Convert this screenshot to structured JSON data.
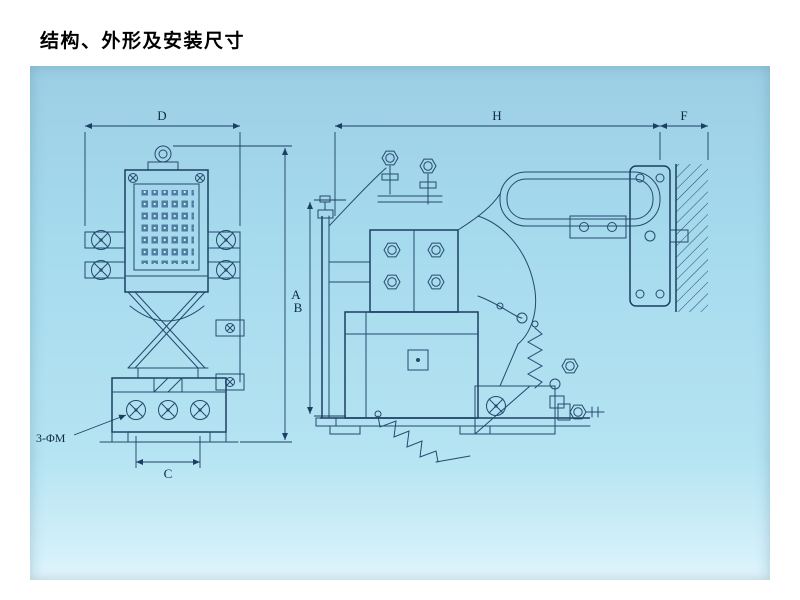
{
  "page": {
    "title": "结构、外形及安装尺寸"
  },
  "drawing": {
    "labels": {
      "dim_d": "D",
      "dim_a": "A",
      "dim_c": "C",
      "dim_h": "H",
      "dim_f": "F",
      "dim_b": "B",
      "hole_note": "3-ΦM"
    },
    "colors": {
      "panel_top": "#9ccfe5",
      "panel_bottom": "#e9f8fd",
      "line": "#24496e",
      "label_text": "#0f2a44",
      "title_text": "#000000"
    }
  }
}
